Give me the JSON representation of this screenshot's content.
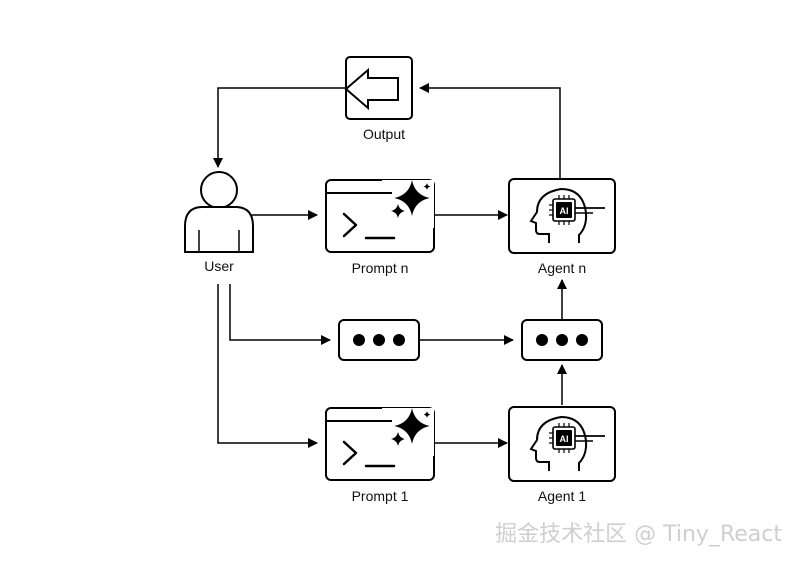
{
  "nodes": {
    "output": {
      "label": "Output",
      "icon": "arrow-left-icon"
    },
    "user": {
      "label": "User",
      "icon": "user-icon"
    },
    "prompt_n": {
      "label": "Prompt n",
      "icon": "terminal-sparkle-icon"
    },
    "agent_n": {
      "label": "Agent n",
      "icon": "ai-head-icon",
      "chip_text": "AI"
    },
    "prompt_mid": {
      "label": "",
      "icon": "ellipsis-icon"
    },
    "agent_mid": {
      "label": "",
      "icon": "ellipsis-icon"
    },
    "prompt_1": {
      "label": "Prompt 1",
      "icon": "terminal-sparkle-icon"
    },
    "agent_1": {
      "label": "Agent 1",
      "icon": "ai-head-icon",
      "chip_text": "AI"
    }
  },
  "edges": [
    [
      "agent_n",
      "output"
    ],
    [
      "output",
      "user"
    ],
    [
      "user",
      "prompt_n"
    ],
    [
      "prompt_n",
      "agent_n"
    ],
    [
      "user",
      "prompt_mid"
    ],
    [
      "prompt_mid",
      "agent_mid"
    ],
    [
      "agent_mid",
      "agent_n"
    ],
    [
      "agent_1",
      "agent_mid"
    ],
    [
      "user",
      "prompt_1"
    ],
    [
      "prompt_1",
      "agent_1"
    ]
  ],
  "watermark": "掘金技术社区 @ Tiny_React",
  "colors": {
    "stroke": "#000000",
    "fill": "#ffffff",
    "watermark": "#cfcfcf"
  }
}
